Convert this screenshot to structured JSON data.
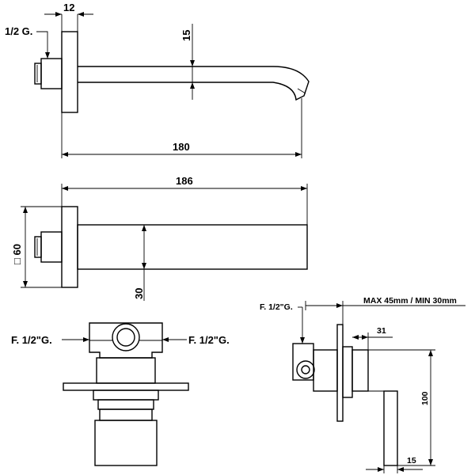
{
  "spout_side": {
    "dim_flange_thickness": "12",
    "dim_spout_height": "15",
    "dim_spout_length": "180",
    "thread_label": "1/2 G."
  },
  "spout_top": {
    "dim_total_length": "186",
    "dim_plate_size": "□ 60",
    "dim_spout_width": "30"
  },
  "valve_front": {
    "inlet_left_label": "F. 1/2\"G.",
    "inlet_right_label": "F. 1/2\"G."
  },
  "valve_side": {
    "inlet_label": "F. 1/2\"G.",
    "wall_depth_label": "MAX 45mm / MIN 30mm",
    "dim_depth": "31",
    "dim_lever_height": "100",
    "dim_lever_width": "15"
  }
}
